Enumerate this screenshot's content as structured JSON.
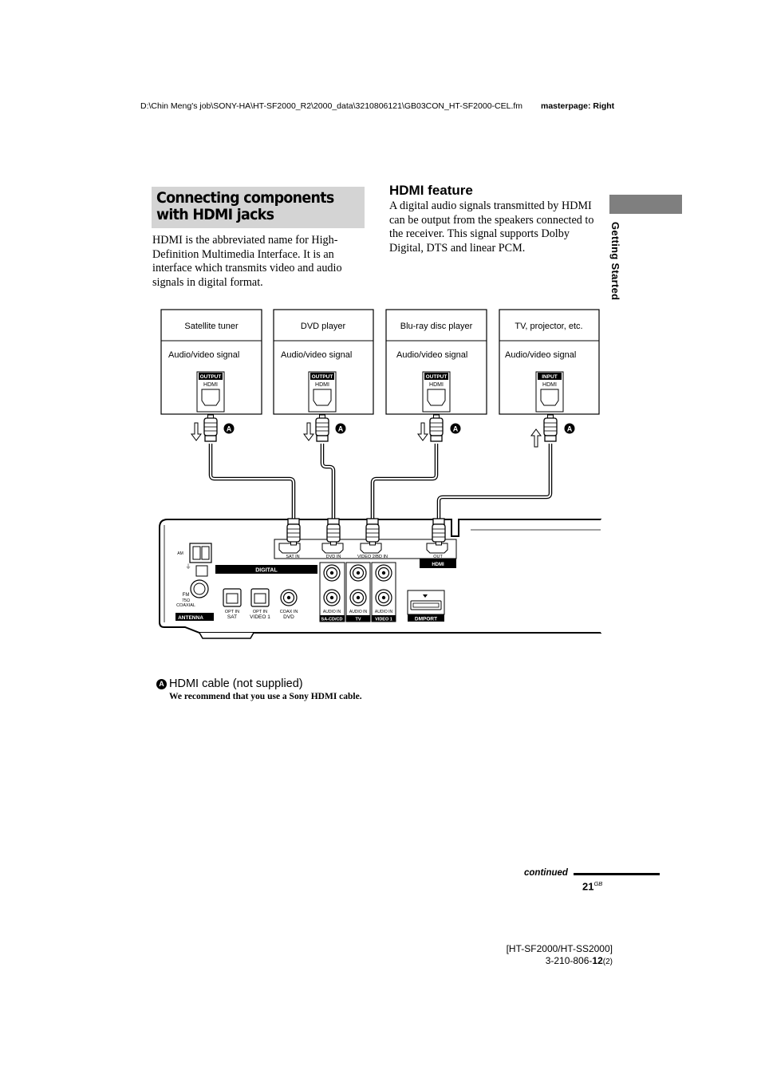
{
  "header": {
    "file_path": "D:\\Chin Meng's job\\SONY-HA\\HT-SF2000_R2\\2000_data\\3210806121\\GB03CON_HT-SF2000-CEL.fm",
    "masterpage": "masterpage: Right"
  },
  "section": {
    "title": "Connecting components with HDMI jacks",
    "intro": "HDMI is the abbreviated name for High-Definition Multimedia Interface. It is an interface which transmits video and audio signals in digital format."
  },
  "feature": {
    "title": "HDMI feature",
    "body": "A digital audio signals transmitted by HDMI can be output from the speakers connected to the receiver. This signal supports Dolby Digital, DTS and linear PCM."
  },
  "side_tab": {
    "label": "Getting Started"
  },
  "diagram": {
    "devices": [
      {
        "name": "Satellite tuner",
        "signal": "Audio/video signal",
        "jack_label": "OUTPUT",
        "jack_type": "HDMI",
        "callout": "A",
        "flow": "to-receiver"
      },
      {
        "name": "DVD player",
        "signal": "Audio/video signal",
        "jack_label": "OUTPUT",
        "jack_type": "HDMI",
        "callout": "A",
        "flow": "to-receiver"
      },
      {
        "name": "Blu-ray disc player",
        "signal": "Audio/video signal",
        "jack_label": "OUTPUT",
        "jack_type": "HDMI",
        "callout": "A",
        "flow": "to-receiver"
      },
      {
        "name": "TV, projector, etc.",
        "signal": "Audio/video signal",
        "jack_label": "INPUT",
        "jack_type": "HDMI",
        "callout": "A",
        "flow": "to-device"
      }
    ],
    "receiver": {
      "hdmi_jacks": [
        "SAT IN",
        "DVD IN",
        "VIDEO 2/BD IN",
        "OUT"
      ],
      "hdmi_label": "HDMI",
      "antenna": {
        "am": "AM",
        "fm": "FM",
        "fm_impedance": "75Ω",
        "fm_coaxial": "COAXIAL",
        "label": "ANTENNA"
      },
      "digital": {
        "label": "DIGITAL",
        "jacks": [
          {
            "type": "OPT IN",
            "source": "SAT"
          },
          {
            "type": "OPT IN",
            "source": "VIDEO 1"
          },
          {
            "type": "COAX IN",
            "source": "DVD"
          }
        ]
      },
      "audio_in": [
        {
          "label": "AUDIO IN",
          "source": "SA-CD/CD"
        },
        {
          "label": "AUDIO IN",
          "source": "TV"
        },
        {
          "label": "AUDIO IN",
          "source": "VIDEO 1"
        }
      ],
      "dmport": "DMPORT"
    }
  },
  "cable_note": {
    "badge": "A",
    "label": "HDMI cable (not supplied)",
    "recommendation": "We recommend that you use a Sony HDMI cable."
  },
  "footer": {
    "continued": "continued",
    "page_number": "21",
    "page_suffix": "GB",
    "model": "[HT-SF2000/HT-SS2000]",
    "doc_number": "3-210-806-",
    "doc_rev": "12",
    "doc_rev_sub": "(2)"
  }
}
